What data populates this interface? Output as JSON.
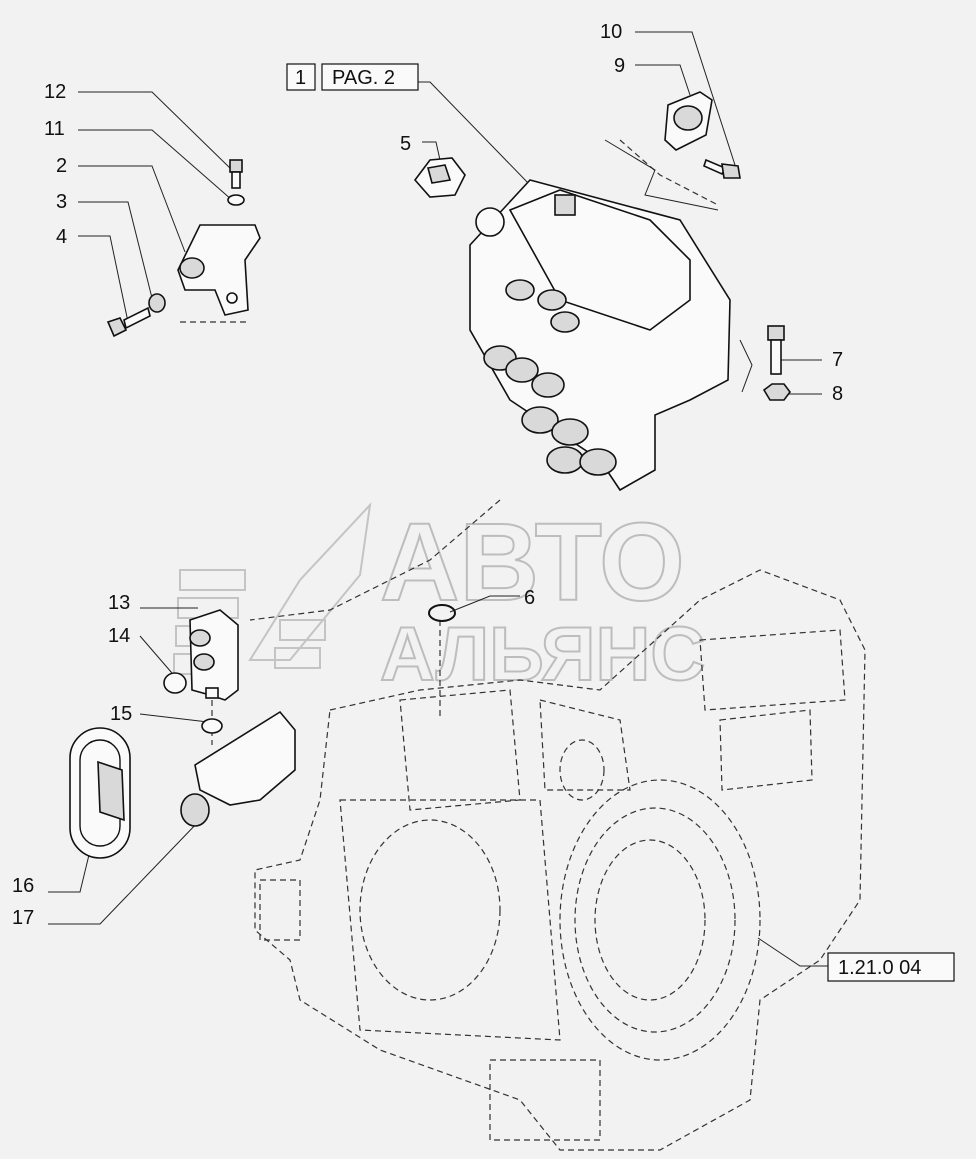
{
  "callouts": [
    {
      "id": "1",
      "label": "1"
    },
    {
      "id": "2",
      "label": "2"
    },
    {
      "id": "3",
      "label": "3"
    },
    {
      "id": "4",
      "label": "4"
    },
    {
      "id": "5",
      "label": "5"
    },
    {
      "id": "6",
      "label": "6"
    },
    {
      "id": "7",
      "label": "7"
    },
    {
      "id": "8",
      "label": "8"
    },
    {
      "id": "9",
      "label": "9"
    },
    {
      "id": "10",
      "label": "10"
    },
    {
      "id": "11",
      "label": "11"
    },
    {
      "id": "12",
      "label": "12"
    },
    {
      "id": "13",
      "label": "13"
    },
    {
      "id": "14",
      "label": "14"
    },
    {
      "id": "15",
      "label": "15"
    },
    {
      "id": "16",
      "label": "16"
    },
    {
      "id": "17",
      "label": "17"
    }
  ],
  "references": {
    "page_box_number": "1",
    "page_box_text": "PAG. 2",
    "section_ref": "1.21.0 04"
  },
  "watermark": {
    "line1": "АВТО",
    "line2": "АЛЬЯНС"
  },
  "colors": {
    "background": "#f2f2f2",
    "ink": "#111111",
    "watermark": "#bdbdbd"
  }
}
